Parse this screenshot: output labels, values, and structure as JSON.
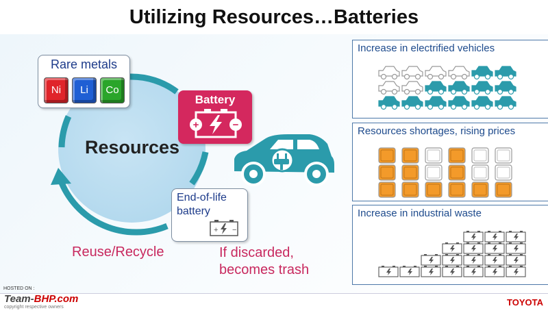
{
  "slide": {
    "title": "Utilizing Resources…Batteries",
    "center_label": "Resources",
    "rare_metals": {
      "label": "Rare metals",
      "elements": [
        {
          "symbol": "Ni",
          "color": "#e0242a"
        },
        {
          "symbol": "Li",
          "color": "#1f5fd4"
        },
        {
          "symbol": "Co",
          "color": "#2aa52a"
        }
      ]
    },
    "battery": {
      "label": "Battery",
      "color": "#d4285e"
    },
    "end_of_life": {
      "line1": "End-of-life",
      "line2": "battery"
    },
    "reuse": "Reuse/Recycle",
    "discard": {
      "line1": "If discarded,",
      "line2": "becomes trash"
    },
    "accent_color": "#2b9bab"
  },
  "panels": [
    {
      "title": "Increase in electrified vehicles"
    },
    {
      "title": "Resources shortages, rising prices"
    },
    {
      "title": "Increase in industrial waste"
    }
  ],
  "footer": {
    "hosted": "HOSTED ON :",
    "site_main": "Team-",
    "site_accent": "BHP.com",
    "copyright": "copyright respective owners",
    "brand": "TOYOTA"
  }
}
